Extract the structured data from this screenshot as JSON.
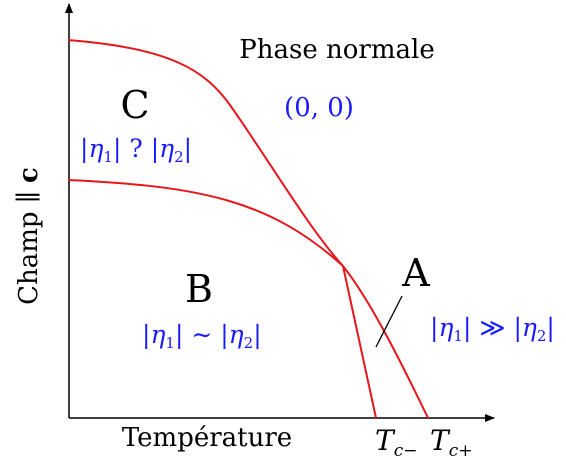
{
  "colors": {
    "axis": "#000000",
    "curve": "#e8161b",
    "formula": "#1a1aff",
    "label": "#000000"
  },
  "axes": {
    "ylabel_main": "Champ ∥ ",
    "ylabel_bold": "c",
    "xlabel": "Température"
  },
  "ticks": {
    "tc_minus": {
      "main": "T",
      "sub": "c−"
    },
    "tc_plus": {
      "main": "T",
      "sub": "c+"
    }
  },
  "phases": {
    "normal": {
      "title": "Phase normale",
      "order": "(0, 0)"
    },
    "A": {
      "letter": "A",
      "eta1": "η",
      "i1": "1",
      "rel": "≫",
      "eta2": "η",
      "i2": "2"
    },
    "B": {
      "letter": "B",
      "eta1": "η",
      "i1": "1",
      "rel": "∼",
      "eta2": "η",
      "i2": "2"
    },
    "C": {
      "letter": "C",
      "eta1": "η",
      "i1": "1",
      "rel": "?",
      "eta2": "η",
      "i2": "2"
    }
  }
}
